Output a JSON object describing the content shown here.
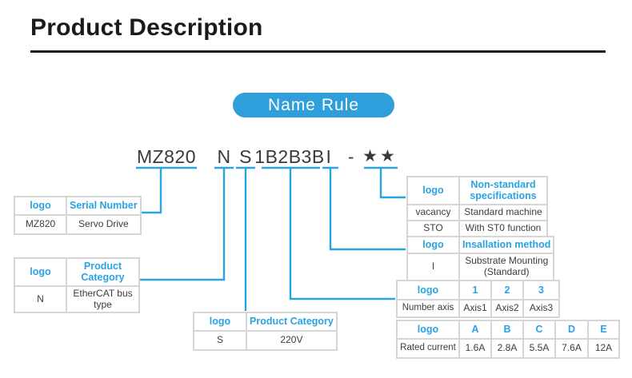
{
  "page": {
    "title": "Product Description"
  },
  "badge": {
    "label": "Name Rule"
  },
  "model_code": {
    "segments": [
      "MZ820",
      "N",
      "S",
      "1B2B3B",
      "I",
      "-",
      "★★"
    ]
  },
  "tables": {
    "serial": {
      "header": [
        "logo",
        "Serial Number"
      ],
      "rows": [
        [
          "MZ820",
          "Servo Drive"
        ]
      ]
    },
    "category_n": {
      "header": [
        "logo",
        "Product Category"
      ],
      "rows": [
        [
          "N",
          "EtherCAT bus type"
        ]
      ]
    },
    "category_s": {
      "header": [
        "logo",
        "Product Category"
      ],
      "rows": [
        [
          "S",
          "220V"
        ]
      ]
    },
    "axis": {
      "header": [
        "logo",
        "1",
        "2",
        "3"
      ],
      "rows": [
        [
          "Number axis",
          "Axis1",
          "Axis2",
          "Axis3"
        ]
      ]
    },
    "current": {
      "header": [
        "logo",
        "A",
        "B",
        "C",
        "D",
        "E"
      ],
      "rows": [
        [
          "Rated current",
          "1.6A",
          "2.8A",
          "5.5A",
          "7.6A",
          "12A"
        ]
      ]
    },
    "nonstandard": {
      "header": [
        "logo",
        "Non-standard specifications"
      ],
      "rows": [
        [
          "vacancy",
          "Standard machine"
        ],
        [
          "STO",
          "With ST0 function"
        ]
      ]
    },
    "installation": {
      "header": [
        "logo",
        "Insallation method"
      ],
      "rows": [
        [
          "I",
          "Substrate Mounting (Standard)"
        ]
      ]
    }
  },
  "colors": {
    "accent": "#29a3e3",
    "badge": "#2e9fdb",
    "title": "#1b1b1b",
    "body-text": "#3c3c3c",
    "border": "#d6d6d6"
  }
}
